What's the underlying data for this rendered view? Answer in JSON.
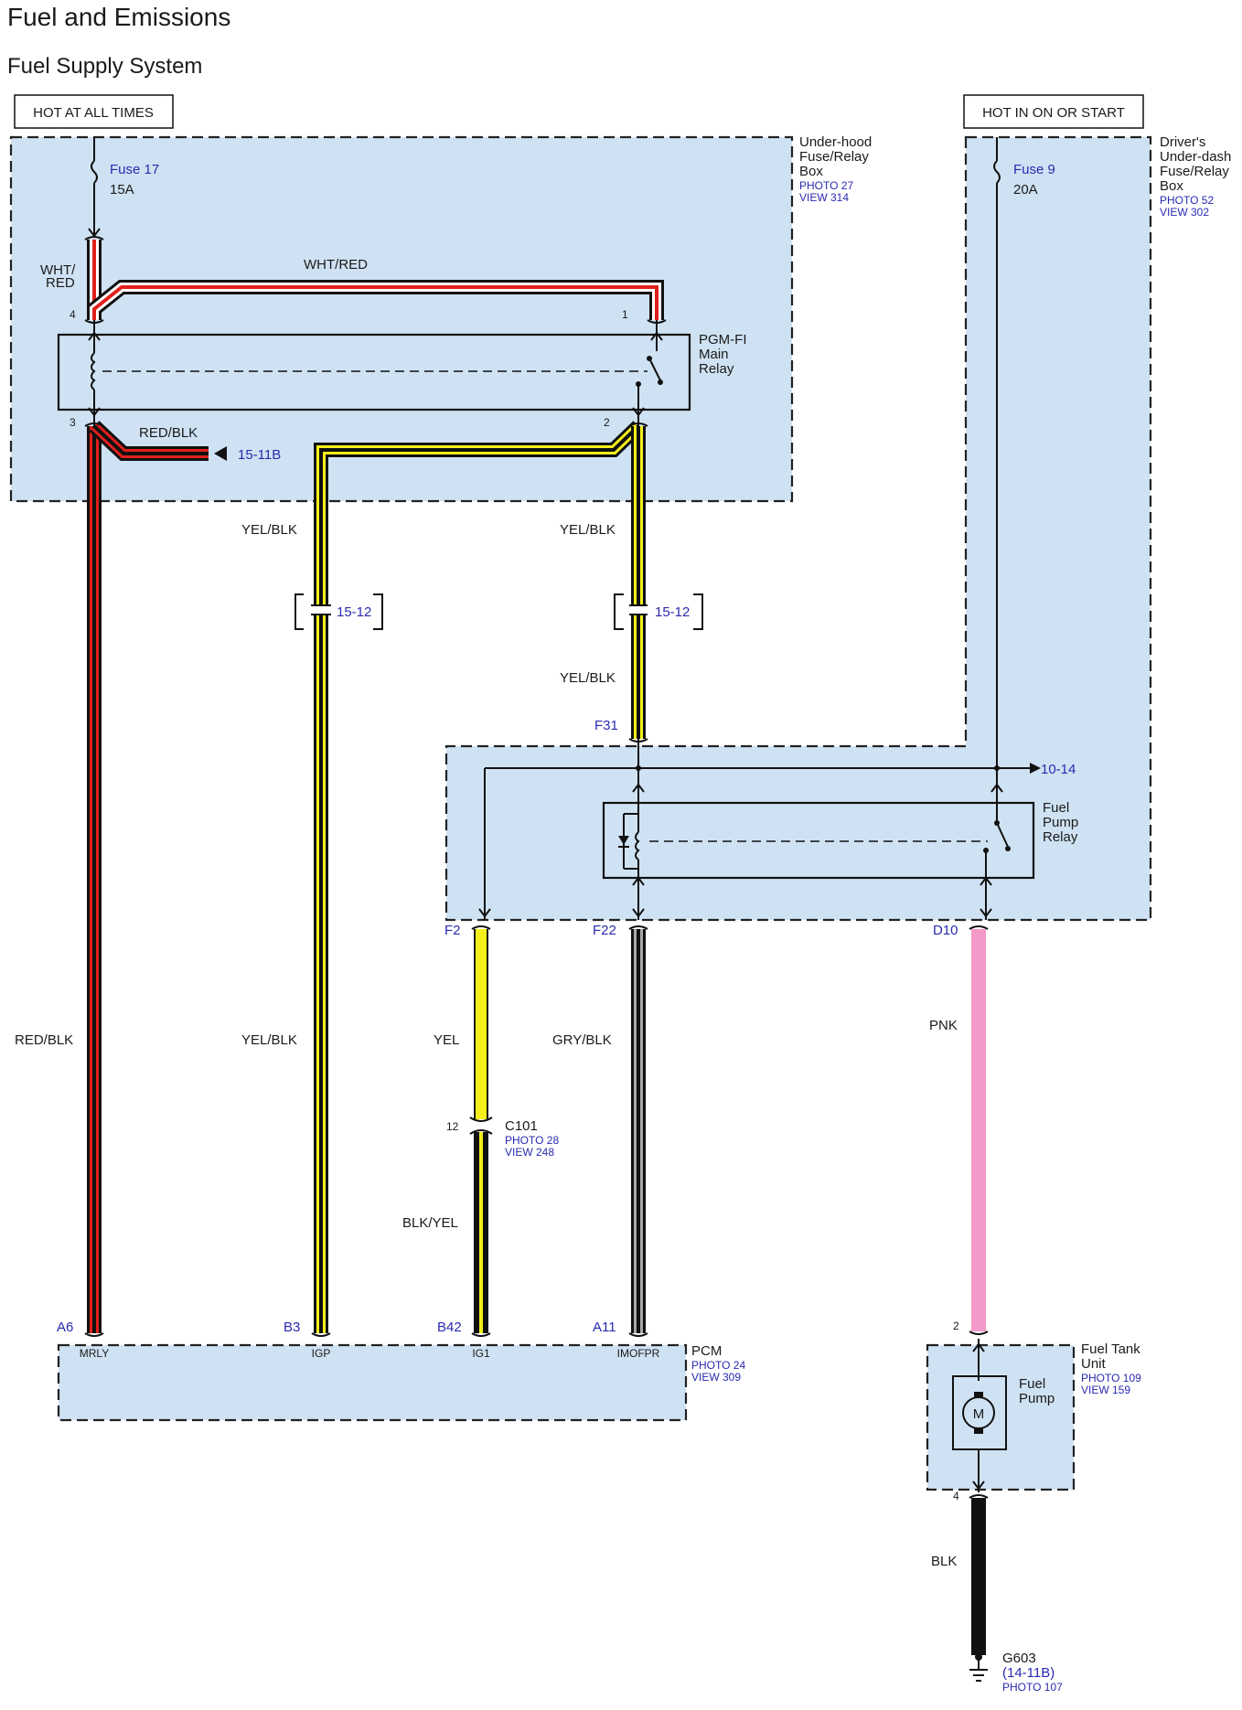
{
  "title": "Fuel and Emissions",
  "subtitle": "Fuel Supply System",
  "power_labels": {
    "left": "HOT AT ALL TIMES",
    "right": "HOT IN ON OR START"
  },
  "underhood_box": {
    "l1": "Under-hood",
    "l2": "Fuse/Relay",
    "l3": "Box",
    "photo": "PHOTO 27",
    "view": "VIEW 314"
  },
  "underdash_box": {
    "l1": "Driver's",
    "l2": "Under-dash",
    "l3": "Fuse/Relay",
    "l4": "Box",
    "photo": "PHOTO 52",
    "view": "VIEW 302"
  },
  "fuse17": {
    "name": "Fuse 17",
    "rating": "15A"
  },
  "fuse9": {
    "name": "Fuse 9",
    "rating": "20A"
  },
  "main_relay": {
    "l1": "PGM-FI",
    "l2": "Main",
    "l3": "Relay",
    "pin4": "4",
    "pin1": "1",
    "pin3": "3",
    "pin2": "2"
  },
  "pump_relay": {
    "l1": "Fuel",
    "l2": "Pump",
    "l3": "Relay"
  },
  "wires": {
    "wht_red_1": "WHT/",
    "wht_red_2": "RED",
    "wht_red_top": "WHT/RED",
    "red_blk_top": "RED/BLK",
    "red_blk_main": "RED/BLK",
    "yel_blk_left_top": "YEL/BLK",
    "yel_blk_right_top": "YEL/BLK",
    "yel_blk_right_mid": "YEL/BLK",
    "yel_blk_left_main": "YEL/BLK",
    "yel": "YEL",
    "gry_blk": "GRY/BLK",
    "pnk": "PNK",
    "blk_yel": "BLK/YEL",
    "blk": "BLK"
  },
  "refs": {
    "r15_11b": "15-11B",
    "r15_12a": "15-12",
    "r15_12b": "15-12",
    "r10_14": "10-14"
  },
  "connectors": {
    "f31": "F31",
    "f2": "F2",
    "f22": "F22",
    "d10": "D10",
    "c101_pin": "12",
    "c101": "C101",
    "c101_photo": "PHOTO 28",
    "c101_view": "VIEW 248"
  },
  "pcm": {
    "name": "PCM",
    "photo": "PHOTO 24",
    "view": "VIEW 309",
    "pins": [
      {
        "id": "A6",
        "label": "MRLY"
      },
      {
        "id": "B3",
        "label": "IGP"
      },
      {
        "id": "B42",
        "label": "IG1"
      },
      {
        "id": "A11",
        "label": "IMOFPR"
      }
    ]
  },
  "fuel_tank": {
    "l1": "Fuel Tank",
    "l2": "Unit",
    "photo": "PHOTO 109",
    "view": "VIEW 159",
    "pump1": "Fuel",
    "pump2": "Pump",
    "motor": "M",
    "pin2": "2",
    "pin4": "4"
  },
  "ground": {
    "name": "G603",
    "ref": "(14-11B)",
    "photo": "PHOTO 107"
  },
  "colors": {
    "red": "#e0201c",
    "yellow": "#f4ef1a",
    "gray": "#a8a8a8",
    "pink": "#f39ac8",
    "black": "#111111",
    "box_fill": "#cfe2f3",
    "ref_blue": "#2a2ab0"
  }
}
